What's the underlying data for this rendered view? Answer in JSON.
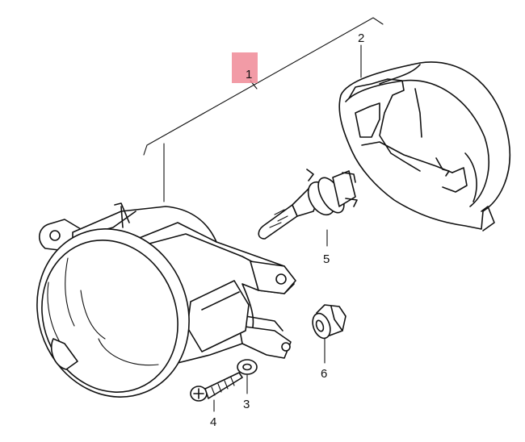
{
  "callouts": {
    "part1": "1",
    "part2": "2",
    "part3": "3",
    "part4": "4",
    "part5": "5",
    "part6": "6"
  },
  "colors": {
    "highlight": "#f08a96",
    "line": "#111111",
    "background": "#ffffff"
  }
}
